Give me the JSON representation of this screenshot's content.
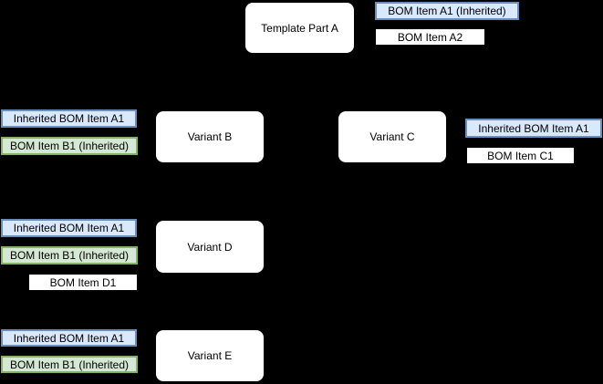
{
  "colors": {
    "background": "#000000",
    "text": "#000000",
    "node_fill": "#ffffff",
    "inherited_item_fill": "#dae8fc",
    "inherited_item_border": "#6c8ebf",
    "overridden_item_fill": "#d5e8d4",
    "overridden_item_border": "#82b366"
  },
  "groups": [
    {
      "node": "Template Part A",
      "items": [
        {
          "text": "BOM Item A1 (Inherited)",
          "type": "inherited"
        },
        {
          "text": "BOM Item A2",
          "type": "plain"
        }
      ]
    },
    {
      "node": "Variant B",
      "items": [
        {
          "text": "Inherited BOM Item A1",
          "type": "inherited"
        },
        {
          "text": "BOM Item B1 (Inherited)",
          "type": "overridden"
        }
      ]
    },
    {
      "node": "Variant C",
      "items": [
        {
          "text": "Inherited BOM Item A1",
          "type": "inherited"
        },
        {
          "text": "BOM Item C1",
          "type": "plain"
        }
      ]
    },
    {
      "node": "Variant D",
      "items": [
        {
          "text": "Inherited BOM Item A1",
          "type": "inherited"
        },
        {
          "text": "BOM Item B1 (Inherited)",
          "type": "overridden"
        },
        {
          "text": "BOM Item D1",
          "type": "plain"
        }
      ]
    },
    {
      "node": "Variant E",
      "items": [
        {
          "text": "Inherited BOM Item A1",
          "type": "inherited"
        },
        {
          "text": "BOM Item B1 (Inherited)",
          "type": "overridden"
        }
      ]
    }
  ]
}
